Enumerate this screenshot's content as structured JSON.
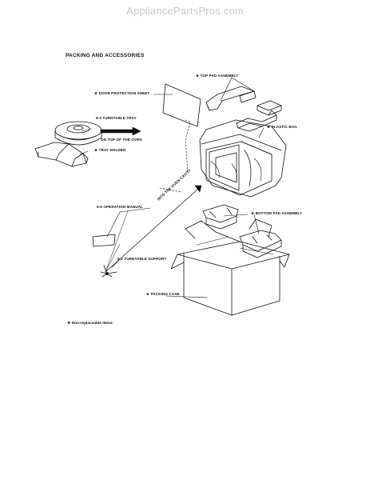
{
  "watermark": "AppliancePartsPros.com",
  "title": "PACKING AND ACCESSORIES",
  "labels": {
    "top_pad": "★ TOP PAD ASSEMBLY",
    "door_sheet": "★ DOOR PROTECTION SHEET",
    "turntable_tray": "5-3  TURNTABLE TRAY",
    "on_top": "ON TOP OF THE OVEN",
    "tray_holder": "★ TRAY HOLDER",
    "plastic_bag": "★ PLASTIC BAG",
    "into_cavity": "INTO THE OVEN CAVITY",
    "operation_manual": "6-6 OPERATION MANUAL",
    "bottom_pad": "★ BOTTOM PAD ASSEMBLY",
    "turntable_support": "5-2 TURNTABLE SUPPORT",
    "packing_case": "★ PACKING CASE"
  },
  "footnote": "★  Non-replaceable items"
}
